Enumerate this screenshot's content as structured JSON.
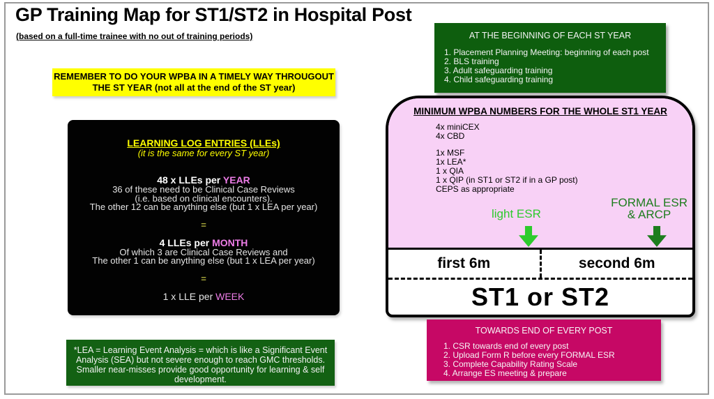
{
  "page": {
    "title": "GP Training Map for ST1/ST2 in Hospital Post",
    "subtitle": "(based on a full-time trainee with no out of training periods)"
  },
  "reminder_banner": {
    "text": "REMEMBER TO DO YOUR WPBA IN A TIMELY WAY THROUGOUT\nTHE ST YEAR (not all at the end of the ST year)"
  },
  "beginning_box": {
    "title": "AT THE BEGINNING OF EACH ST YEAR",
    "items": [
      "1. Placement Planning Meeting: beginning of each post",
      "2. BLS training",
      "3. Adult safeguarding training",
      "4. Child safeguarding training"
    ]
  },
  "lle_box": {
    "title": "LEARNING LOG ENTRIES (LLEs)",
    "subtitle": "(it is the same for every ST year)",
    "year_heading_prefix": "48 x LLEs per ",
    "year_word": "YEAR",
    "year_lines": "36 of these need to be Clinical Case Reviews\n(i.e. based on clinical encounters).\nThe other 12 can be anything else (but 1 x LEA per year)",
    "equals_1": "=",
    "month_heading_prefix": "4 LLEs per ",
    "month_word": "MONTH",
    "month_lines": "Of which 3 are Clinical Case Reviews and\nThe other 1 can be anything else (but 1 x LEA per year)",
    "equals_2": "=",
    "week_prefix": "1 x LLE per ",
    "week_word": "WEEK"
  },
  "wpba_shape": {
    "title": "MINIMUM WPBA NUMBERS FOR THE WHOLE ST1 YEAR",
    "items_group1": "4x miniCEX\n4x CBD",
    "items_group2": "1x MSF\n1x LEA*\n1 x QIA\n1 x QIP (in ST1 or ST2 if in a GP post)\nCEPS as appropriate",
    "light_esr_label": "light ESR",
    "formal_esr_label": "FORMAL ESR\n& ARCP",
    "first_half_label": "first 6m",
    "second_half_label": "second 6m",
    "stage_label": "ST1 or ST2"
  },
  "end_of_post_box": {
    "title": "TOWARDS END OF EVERY POST",
    "items": [
      "1. CSR towards end of every post",
      "2. Upload Form R before every FORMAL ESR",
      "3. Complete Capability Rating Scale",
      "4. Arrange ES meeting & prepare"
    ]
  },
  "lea_note_box": {
    "text": "*LEA = Learning Event Analysis = which is like a Significant  Event\nAnalysis (SEA) but not severe enough to reach GMC thresholds.\nSmaller near-misses provide good opportunity for learning & self\ndevelopment."
  },
  "colors": {
    "highlight_yellow": "#FFFF00",
    "dark_green_box": "#0E5E0E",
    "note_green_box": "#136113",
    "pink_fill": "#F8D1F6",
    "magenta_box": "#C60865",
    "light_esr_green": "#2DCB2D",
    "formal_esr_green": "#1E7D1E",
    "violet_emphasis": "#EE7DE8",
    "equals_olive": "#A9A93B"
  }
}
